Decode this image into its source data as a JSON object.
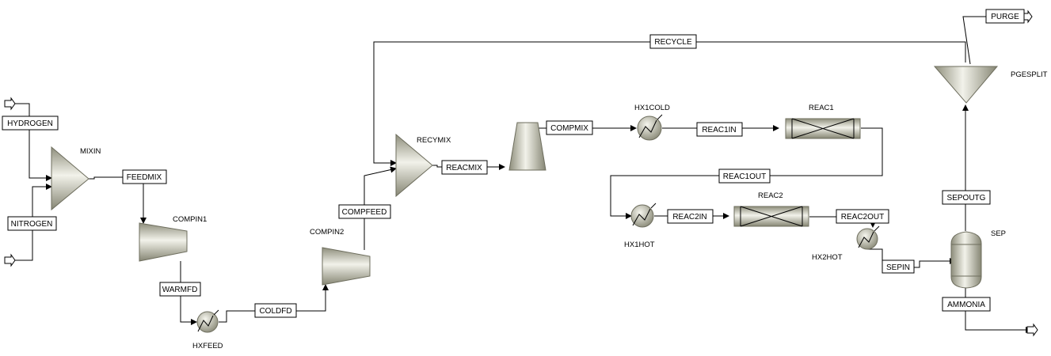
{
  "diagram": {
    "blocks": {
      "mixin": "MIXIN",
      "compin1": "COMPIN1",
      "compin2": "COMPIN2",
      "recymix": "RECYMIX",
      "hx1cold": "HX1COLD",
      "reac1": "REAC1",
      "reac2": "REAC2",
      "hx1hot": "HX1HOT",
      "hx2hot": "HX2HOT",
      "hxfeed": "HXFEED",
      "sep": "SEP",
      "pgesplit": "PGESPLIT"
    },
    "streams": {
      "hydrogen": "HYDROGEN",
      "nitrogen": "NITROGEN",
      "feedmix": "FEEDMIX",
      "warmfd": "WARMFD",
      "coldfd": "COLDFD",
      "compfeed": "COMPFEED",
      "reacmix": "REACMIX",
      "compmix": "COMPMIX",
      "reac1in": "REAC1IN",
      "reac1out": "REAC1OUT",
      "reac2in": "REAC2IN",
      "reac2out": "REAC2OUT",
      "sepin": "SEPIN",
      "sepoutg": "SEPOUTG",
      "ammonia": "AMMONIA",
      "recycle": "RECYCLE",
      "purge": "PURGE"
    },
    "colors": {
      "equipment_light": "#f0f0e6",
      "equipment_dark": "#8e8e7c",
      "line": "#000000"
    }
  }
}
